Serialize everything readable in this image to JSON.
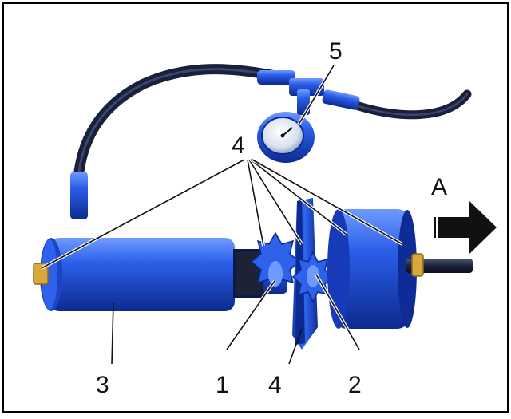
{
  "callouts": {
    "part_1": "1",
    "part_2": "2",
    "part_3": "3",
    "part_4_top": "4",
    "part_4_bottom": "4",
    "part_5": "5",
    "direction_a": "A"
  },
  "colors": {
    "frame": "#000000",
    "tool_blue": "#1f4fd6",
    "tool_blue_dark": "#0d2a8a",
    "tool_blue_light": "#4f86ff",
    "hose": "#1a1f3a",
    "brass": "#d8a93a",
    "arrow": "#111111",
    "background": "#ffffff"
  }
}
